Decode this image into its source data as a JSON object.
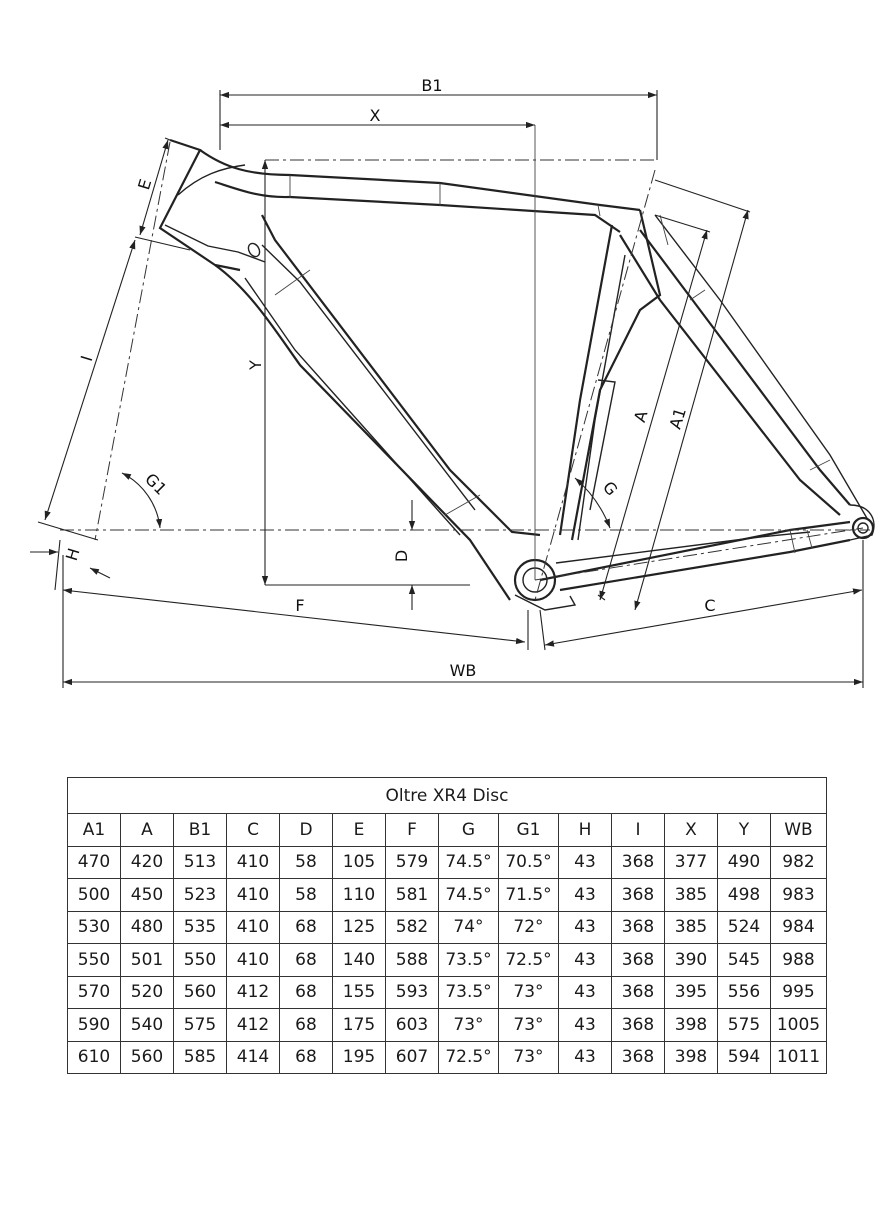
{
  "diagram": {
    "labels": {
      "b1": "B1",
      "x": "X",
      "e": "E",
      "i": "I",
      "y": "Y",
      "g1": "G1",
      "h": "H",
      "d": "D",
      "f": "F",
      "a": "A",
      "a1": "A1",
      "g": "G",
      "c": "C",
      "wb": "WB"
    }
  },
  "table": {
    "title": "Oltre XR4 Disc",
    "headers": [
      "A1",
      "A",
      "B1",
      "C",
      "D",
      "E",
      "F",
      "G",
      "G1",
      "H",
      "I",
      "X",
      "Y",
      "WB"
    ],
    "rows": [
      [
        "470",
        "420",
        "513",
        "410",
        "58",
        "105",
        "579",
        "74.5°",
        "70.5°",
        "43",
        "368",
        "377",
        "490",
        "982"
      ],
      [
        "500",
        "450",
        "523",
        "410",
        "58",
        "110",
        "581",
        "74.5°",
        "71.5°",
        "43",
        "368",
        "385",
        "498",
        "983"
      ],
      [
        "530",
        "480",
        "535",
        "410",
        "68",
        "125",
        "582",
        "74°",
        "72°",
        "43",
        "368",
        "385",
        "524",
        "984"
      ],
      [
        "550",
        "501",
        "550",
        "410",
        "68",
        "140",
        "588",
        "73.5°",
        "72.5°",
        "43",
        "368",
        "390",
        "545",
        "988"
      ],
      [
        "570",
        "520",
        "560",
        "412",
        "68",
        "155",
        "593",
        "73.5°",
        "73°",
        "43",
        "368",
        "395",
        "556",
        "995"
      ],
      [
        "590",
        "540",
        "575",
        "412",
        "68",
        "175",
        "603",
        "73°",
        "73°",
        "43",
        "368",
        "398",
        "575",
        "1005"
      ],
      [
        "610",
        "560",
        "585",
        "414",
        "68",
        "195",
        "607",
        "72.5°",
        "73°",
        "43",
        "368",
        "398",
        "594",
        "1011"
      ]
    ]
  }
}
